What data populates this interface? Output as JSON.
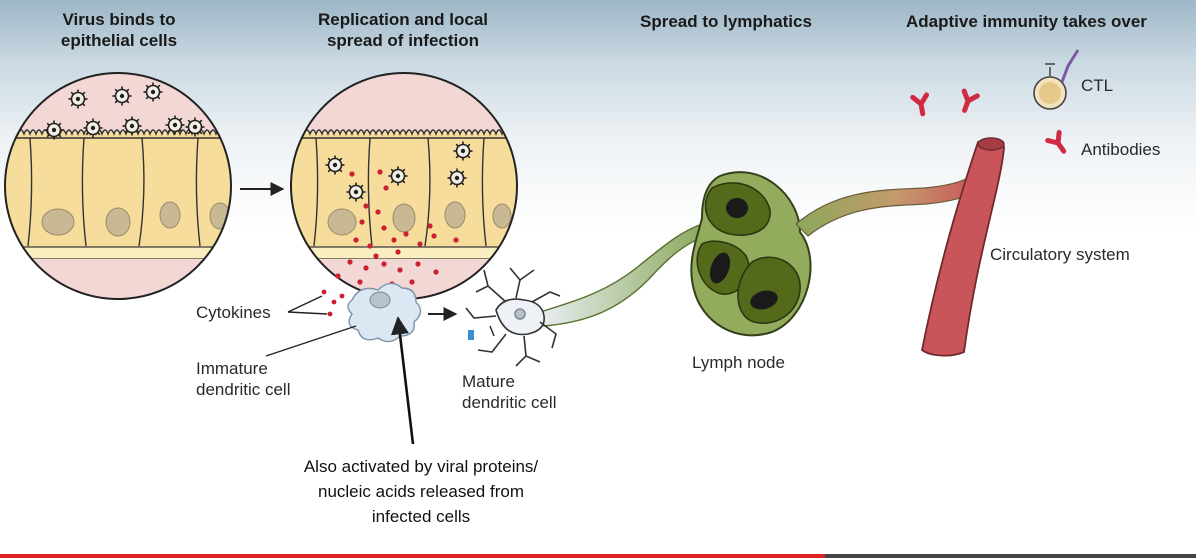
{
  "headers": {
    "step1": [
      "Virus binds to",
      "epithelial cells"
    ],
    "step2": [
      "Replication and local",
      "spread of infection"
    ],
    "step3": "Spread to lymphatics",
    "step4": "Adaptive immunity takes over"
  },
  "labels": {
    "cytokines": "Cytokines",
    "immature": [
      "Immature",
      "dendritic cell"
    ],
    "mature": [
      "Mature",
      "dendritic cell"
    ],
    "lymph_node": "Lymph node",
    "circulatory": "Circulatory system",
    "ctl": "CTL",
    "antibodies": "Antibodies"
  },
  "note": [
    "Also activated by viral proteins/",
    "nucleic acids released from",
    "infected cells"
  ],
  "video": {
    "progress": 0.69
  },
  "colors": {
    "virus_dot": "#cc1f2f",
    "lymph": "#556b1f",
    "vessel": "#c9545a",
    "progress": "#e02020"
  }
}
